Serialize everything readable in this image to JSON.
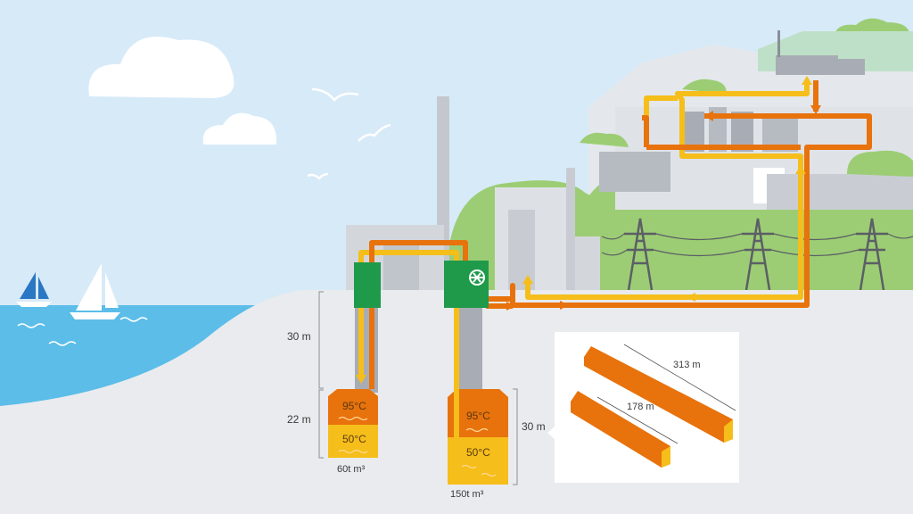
{
  "storage_small": {
    "depth_label": "30 m",
    "height_label": "22 m",
    "hot_temp": "95°C",
    "cold_temp": "50°C",
    "volume": "60t m³"
  },
  "storage_large": {
    "height_label": "30 m",
    "hot_temp": "95°C",
    "cold_temp": "50°C",
    "volume": "150t m³"
  },
  "tunnels": {
    "long_length": "313 m",
    "short_length": "178 m"
  },
  "colors": {
    "hot_pipe": "#e8720c",
    "cold_pipe": "#f5be1a",
    "sky": "#d7eaf8",
    "sea": "#5bbde8",
    "ground": "#e9ebee",
    "hill": "#9ccd74",
    "heat_exchanger": "#1e9a4a"
  }
}
